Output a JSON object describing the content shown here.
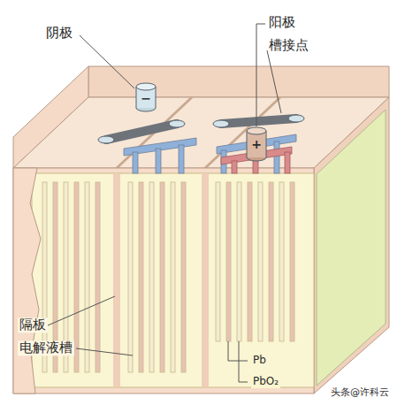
{
  "diagram": {
    "labels": [
      "阴极",
      "−",
      "阳极",
      "槽接点",
      "+",
      "隔板",
      "电解液槽",
      "Pb",
      "PbO₂",
      "头条@许科云"
    ]
  }
}
